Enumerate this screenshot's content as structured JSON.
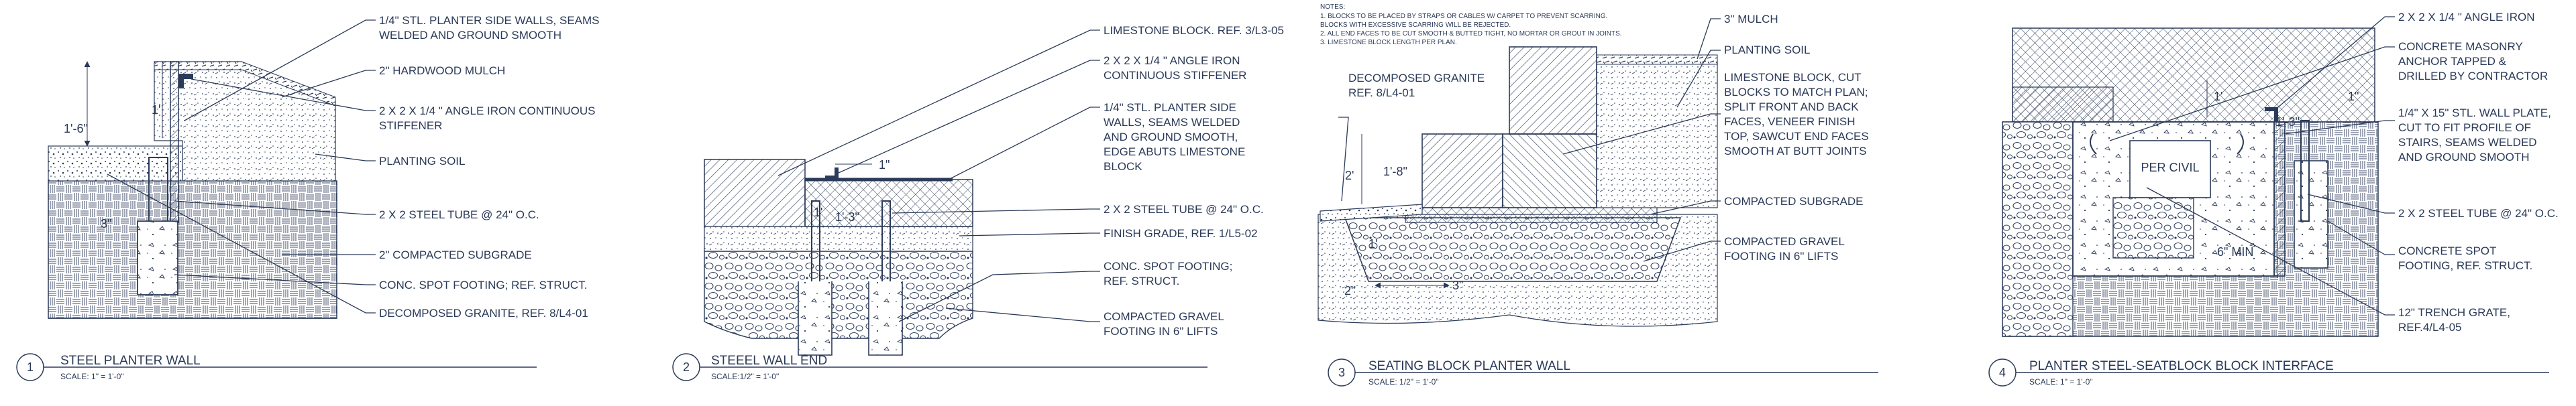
{
  "colors": {
    "ink": "#2b3a58",
    "paper": "#ffffff"
  },
  "details": [
    {
      "number": "1",
      "title": "STEEL PLANTER WALL",
      "scale": "SCALE: 1\" = 1'-0\"",
      "dims": [
        "1'-6\"",
        "1'",
        "3\""
      ],
      "labels": [
        "1/4\" STL. PLANTER SIDE WALLS, SEAMS",
        "WELDED AND GROUND SMOOTH",
        "2\" HARDWOOD MULCH",
        "2 X 2 X 1/4 \" ANGLE IRON  CONTINUOUS",
        "STIFFENER",
        "PLANTING SOIL",
        "2 X 2 STEEL TUBE @ 24\" O.C.",
        "2\" COMPACTED SUBGRADE",
        "CONC. SPOT FOOTING; REF. STRUCT.",
        "DECOMPOSED GRANITE, REF. 8/L4-01"
      ]
    },
    {
      "number": "2",
      "title": "STEEEL WALL END",
      "scale": "SCALE:1/2\" = 1'-0\"",
      "dims": [
        "1\"",
        "1'",
        "1'-3\""
      ],
      "labels": [
        "LIMESTONE BLOCK. REF. 3/L3-05",
        "2 X 2 X 1/4 \" ANGLE IRON",
        "CONTINUOUS STIFFENER",
        "1/4\" STL. PLANTER SIDE",
        "WALLS, SEAMS WELDED",
        "AND GROUND SMOOTH,",
        "EDGE ABUTS LIMESTONE",
        "BLOCK",
        "2 X 2 STEEL TUBE @ 24\" O.C.",
        "FINISH GRADE, REF. 1/L5-02",
        "CONC. SPOT FOOTING;",
        "REF. STRUCT.",
        "COMPACTED GRAVEL",
        "FOOTING IN 6\" LIFTS"
      ]
    },
    {
      "number": "3",
      "title": "SEATING BLOCK PLANTER WALL",
      "scale": "SCALE: 1/2\" = 1'-0\"",
      "notes": [
        "NOTES:",
        "1.   BLOCKS TO BE PLACED BY STRAPS OR CABLES W/ CARPET TO PREVENT SCARRING.",
        "      BLOCKS WITH EXCESSIVE SCARRING WILL BE REJECTED.",
        "2.   ALL END FACES TO BE CUT SMOOTH & BUTTED TIGHT, NO MORTAR OR GROUT IN JOINTS.",
        "3.   LIMESTONE BLOCK LENGTH PER PLAN."
      ],
      "dims": [
        "2'",
        "1'-8\"",
        "1'",
        "2\"",
        "3\""
      ],
      "labels": [
        "DECOMPOSED GRANITE",
        "REF. 8/L4-01",
        "3\" MULCH",
        "PLANTING SOIL",
        "LIMESTONE BLOCK, CUT",
        "BLOCKS TO MATCH PLAN;",
        "SPLIT FRONT AND BACK",
        "FACES, VENEER FINISH",
        "TOP, SAWCUT END FACES",
        "SMOOTH AT BUTT JOINTS",
        "COMPACTED SUBGRADE",
        "COMPACTED GRAVEL",
        "FOOTING IN 6\" LIFTS"
      ]
    },
    {
      "number": "4",
      "title": "PLANTER STEEL-SEATBLOCK BLOCK INTERFACE",
      "scale": "SCALE: 1\" = 1'-0\"",
      "dims": [
        "1'",
        "1'-3\"",
        "1\"",
        "6\" MIN"
      ],
      "inset_label": "PER CIVIL",
      "labels": [
        "2 X 2 X 1/4 \" ANGLE IRON",
        "CONCRETE MASONRY",
        "ANCHOR TAPPED &",
        "DRILLED BY CONTRACTOR",
        "1/4\" X 15\" STL. WALL PLATE,",
        "CUT TO FIT PROFILE OF",
        "STAIRS, SEAMS WELDED",
        "AND GROUND SMOOTH",
        "2 X 2 STEEL TUBE @ 24\" O.C.",
        "CONCRETE SPOT",
        "FOOTING, REF. STRUCT.",
        "12\" TRENCH GRATE,",
        "REF.4/L4-05"
      ]
    }
  ]
}
